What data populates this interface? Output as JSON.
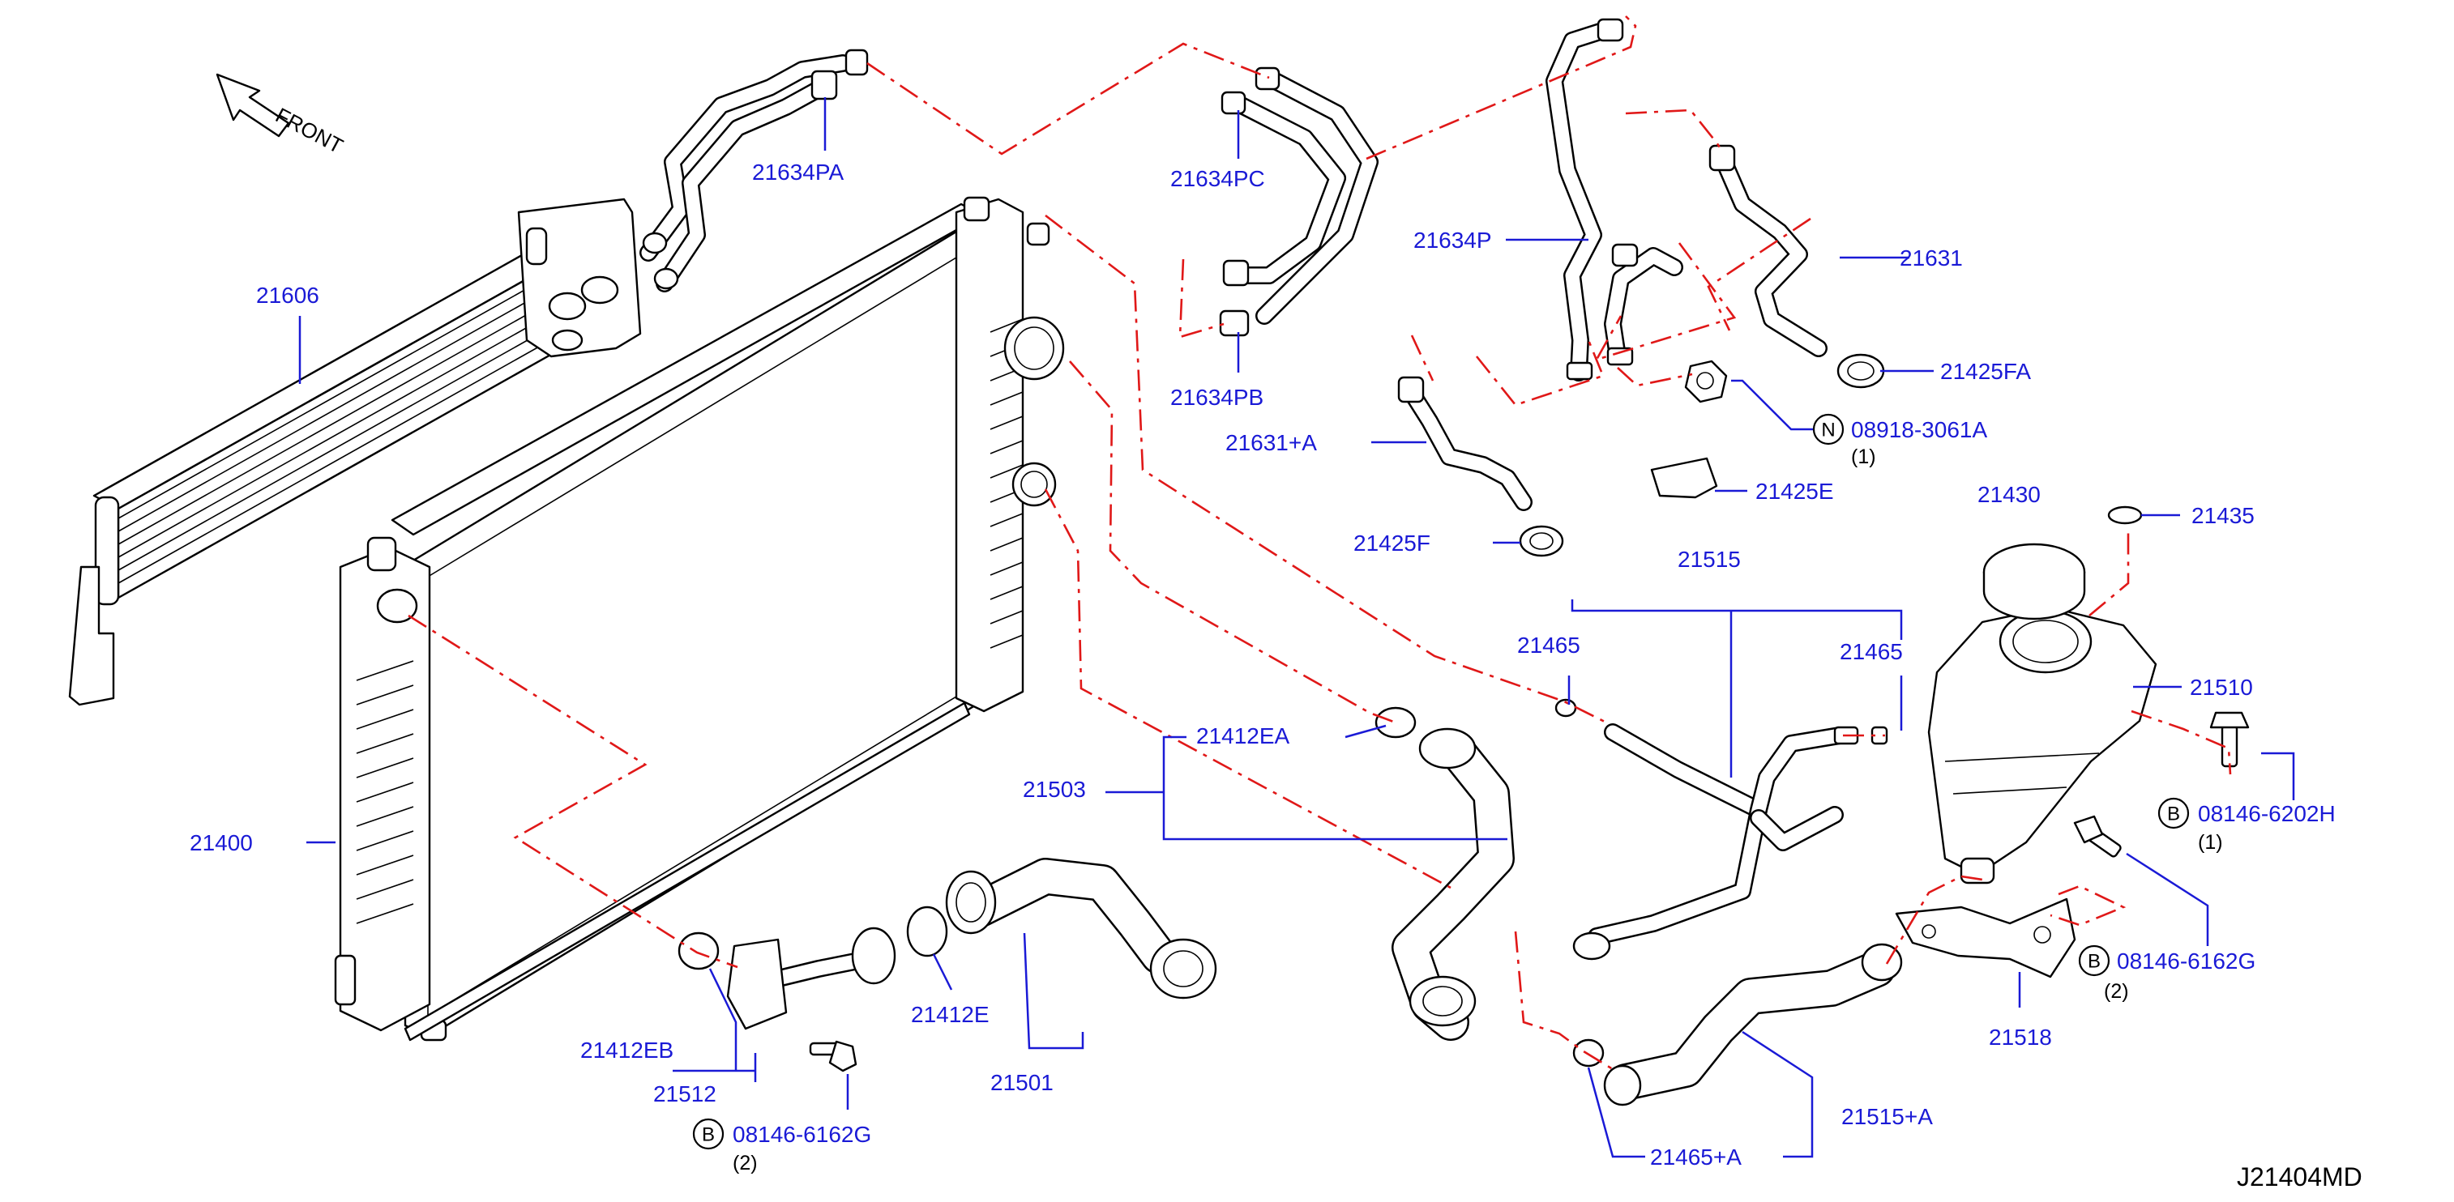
{
  "diagram": {
    "direction_label": "FRONT",
    "drawing_code": "J21404MD",
    "parts": [
      {
        "id": "p21634PA",
        "number": "21634PA"
      },
      {
        "id": "p21634PC",
        "number": "21634PC"
      },
      {
        "id": "p21634PB",
        "number": "21634PB"
      },
      {
        "id": "p21634P",
        "number": "21634P"
      },
      {
        "id": "p21631",
        "number": "21631"
      },
      {
        "id": "p21425FA",
        "number": "21425FA"
      },
      {
        "id": "p21631A",
        "number": "21631+A"
      },
      {
        "id": "p08918",
        "number": "08918-3061A",
        "symbol": "N",
        "qty": "(1)"
      },
      {
        "id": "p21425E",
        "number": "21425E"
      },
      {
        "id": "p21425F",
        "number": "21425F"
      },
      {
        "id": "p21606",
        "number": "21606"
      },
      {
        "id": "p21430",
        "number": "21430"
      },
      {
        "id": "p21435",
        "number": "21435"
      },
      {
        "id": "p21515",
        "number": "21515"
      },
      {
        "id": "p21465L",
        "number": "21465"
      },
      {
        "id": "p21465R",
        "number": "21465"
      },
      {
        "id": "p21510",
        "number": "21510"
      },
      {
        "id": "p21412EA",
        "number": "21412EA"
      },
      {
        "id": "p21503",
        "number": "21503"
      },
      {
        "id": "p21400",
        "number": "21400"
      },
      {
        "id": "p08146H",
        "number": "08146-6202H",
        "symbol": "B",
        "qty": "(1)"
      },
      {
        "id": "p08146G1",
        "number": "08146-6162G",
        "symbol": "B",
        "qty": "(2)"
      },
      {
        "id": "p21518",
        "number": "21518"
      },
      {
        "id": "p21412EB",
        "number": "21412EB"
      },
      {
        "id": "p21412E",
        "number": "21412E"
      },
      {
        "id": "p21512",
        "number": "21512"
      },
      {
        "id": "p21501",
        "number": "21501"
      },
      {
        "id": "p08146G2",
        "number": "08146-6162G",
        "symbol": "B",
        "qty": "(2)"
      },
      {
        "id": "p21515A",
        "number": "21515+A"
      },
      {
        "id": "p21465A",
        "number": "21465+A"
      }
    ]
  },
  "colors": {
    "label": "#1a1ad6",
    "leader": "#1a1ad6",
    "centerline": "#e01818",
    "outline": "#000000"
  },
  "icons": {
    "front_arrow": "arrow-up-left",
    "part_symbols": [
      "circle-N",
      "circle-B"
    ]
  }
}
